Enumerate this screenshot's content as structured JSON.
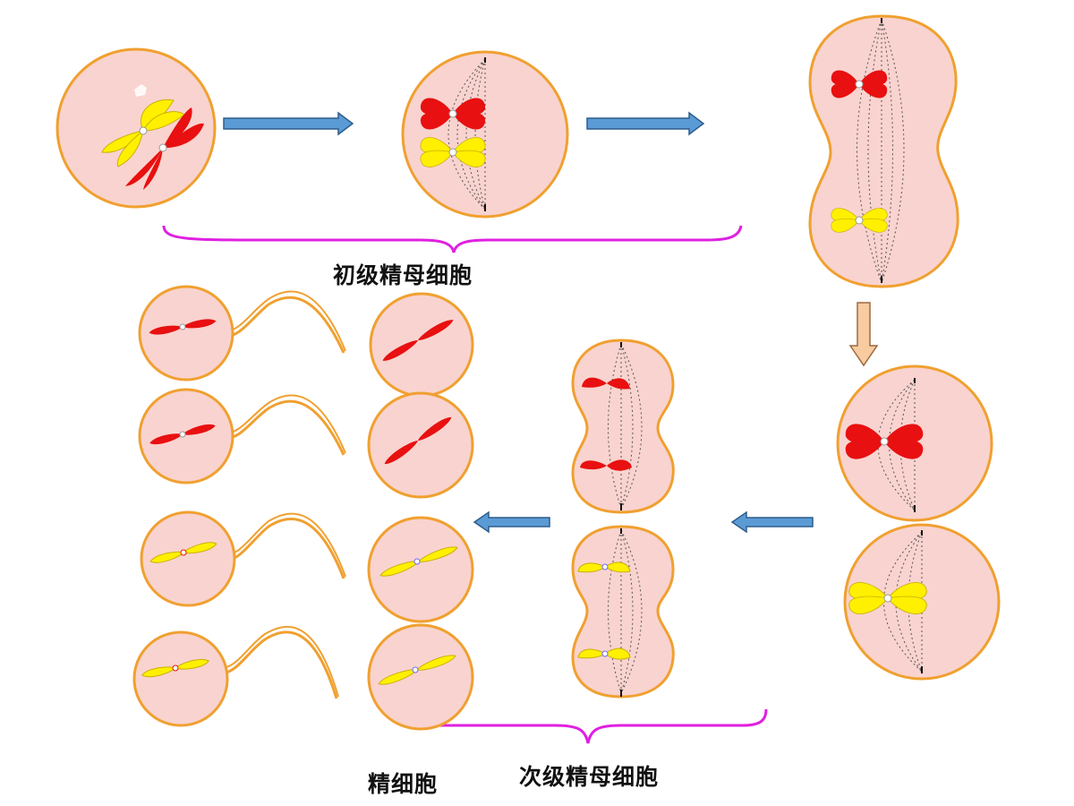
{
  "labels": {
    "primary_spermatocyte": "初级精母细胞",
    "secondary_spermatocyte": "次级精母细胞",
    "spermatid": "精细胞"
  },
  "colors": {
    "cell_fill": "#f9d3cf",
    "cell_border": "#f0a030",
    "red_chromosome": "#e81010",
    "yellow_chromosome": "#fff000",
    "arrow_blue": "#5b9bd5",
    "arrow_orange": "#f8cba0",
    "brace_magenta": "#e020e0"
  },
  "icons": {
    "arrow_right": "right-arrow-icon",
    "arrow_left": "left-arrow-icon",
    "arrow_down": "down-arrow-icon",
    "brace": "curly-brace-icon"
  }
}
